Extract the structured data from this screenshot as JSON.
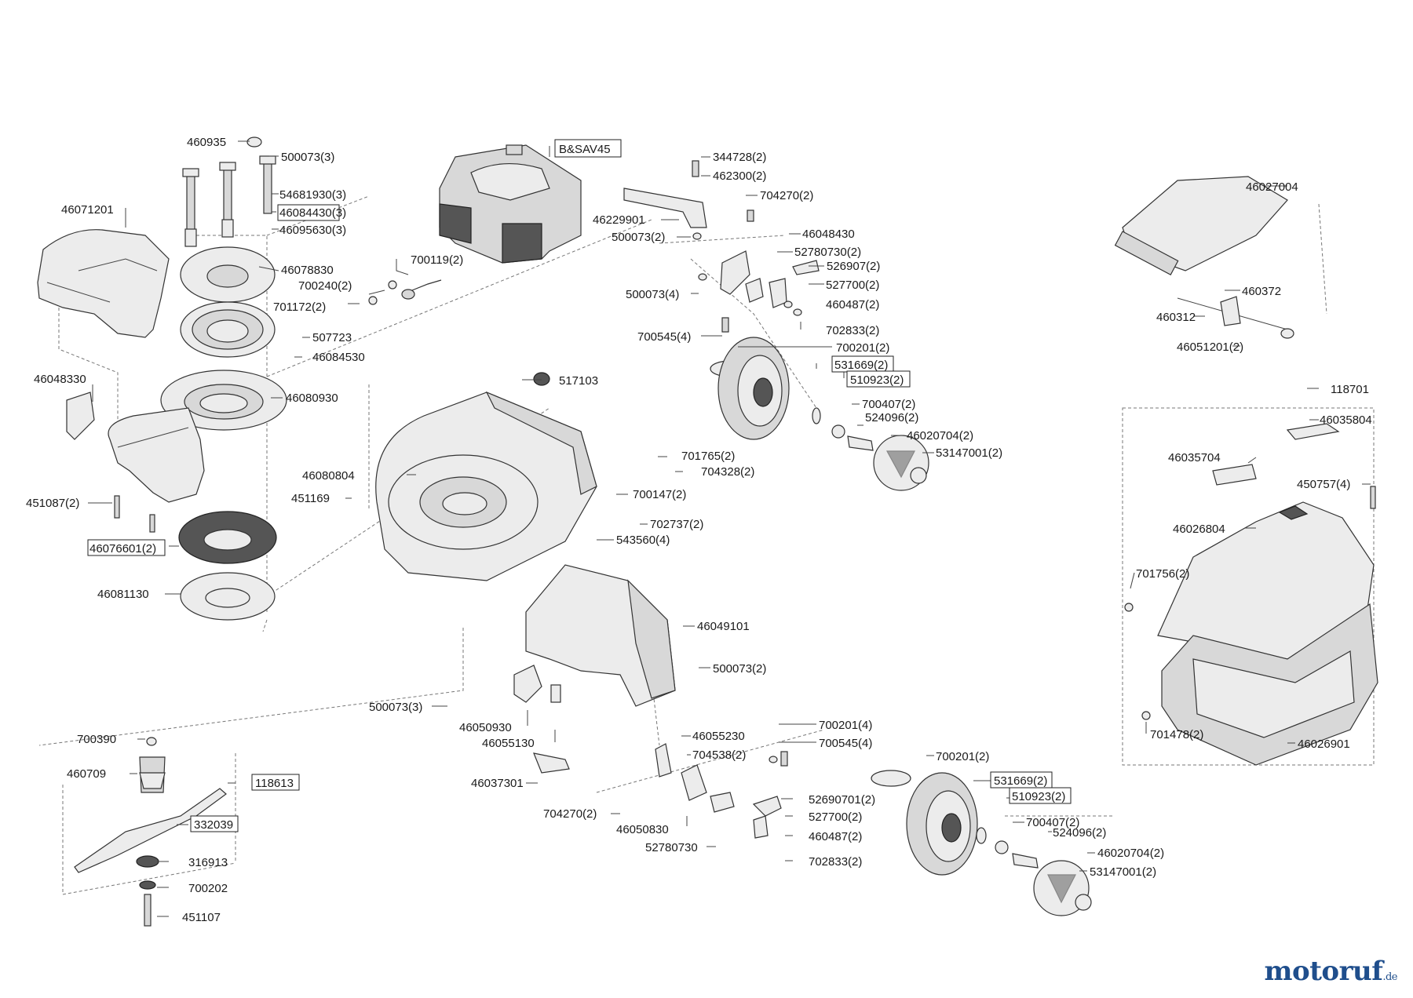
{
  "brand": {
    "logo_main": "motoruf",
    "logo_tld": ".de",
    "color_primary": "#1f4e8c",
    "color_accent": "#e07a1f"
  },
  "labels": {
    "l460935": "460935",
    "l500073_3a": "500073(3)",
    "l54681930": "54681930(3)",
    "l46084430": "46084430(3)",
    "l46095630": "46095630(3)",
    "l46071201": "46071201",
    "l46078830": "46078830",
    "l700119": "700119(2)",
    "l700240": "700240(2)",
    "l701172": "701172(2)",
    "l507723": "507723",
    "l46084530": "46084530",
    "l46048330": "46048330",
    "l46080930": "46080930",
    "l451087": "451087(2)",
    "l46076601": "46076601(2)",
    "l46081130": "46081130",
    "lBSAV45": "B&SAV45",
    "l344728": "344728(2)",
    "l462300": "462300(2)",
    "l704270a": "704270(2)",
    "l46229901": "46229901",
    "l500073_2a": "500073(2)",
    "l46048430": "46048430",
    "l52780730_2": "52780730(2)",
    "l526907": "526907(2)",
    "l527700a": "527700(2)",
    "l500073_4": "500073(4)",
    "l460487a": "460487(2)",
    "l702833a": "702833(2)",
    "l700545a": "700545(4)",
    "l700201a": "700201(2)",
    "l531669a": "531669(2)",
    "l510923a": "510923(2)",
    "l700407a": "700407(2)",
    "l524096a": "524096(2)",
    "l46020704a": "46020704(2)",
    "l53147001a": "53147001(2)",
    "l517103": "517103",
    "l46080804": "46080804",
    "l451169": "451169",
    "l701765": "701765(2)",
    "l704328": "704328(2)",
    "l700147": "700147(2)",
    "l702737": "702737(2)",
    "l543560": "543560(4)",
    "l46049101": "46049101",
    "l500073_2b": "500073(2)",
    "l500073_3b": "500073(3)",
    "l46050930": "46050930",
    "l46055130": "46055130",
    "l46055230": "46055230",
    "l704538": "704538(2)",
    "l46037301": "46037301",
    "l704270b": "704270(2)",
    "l46050830": "46050830",
    "l52780730": "52780730",
    "l700201_4": "700201(4)",
    "l700545_4": "700545(4)",
    "l52690701": "52690701(2)",
    "l527700b": "527700(2)",
    "l460487b": "460487(2)",
    "l702833b": "702833(2)",
    "l700201b": "700201(2)",
    "l531669b": "531669(2)",
    "l510923b": "510923(2)",
    "l700407b": "700407(2)",
    "l524096b": "524096(2)",
    "l46020704b": "46020704(2)",
    "l53147001b": "53147001(2)",
    "l700390": "700390",
    "l460709": "460709",
    "l118613": "118613",
    "l332039": "332039",
    "l316913": "316913",
    "l700202": "700202",
    "l451107": "451107",
    "l46027004": "46027004",
    "l460372": "460372",
    "l460312": "460312",
    "l46051201": "46051201(2)",
    "l118701": "118701",
    "l46035804": "46035804",
    "l46035704": "46035704",
    "l450757": "450757(4)",
    "l46026804": "46026804",
    "l701756": "701756(2)",
    "l701478": "701478(2)",
    "l46026901": "46026901"
  }
}
